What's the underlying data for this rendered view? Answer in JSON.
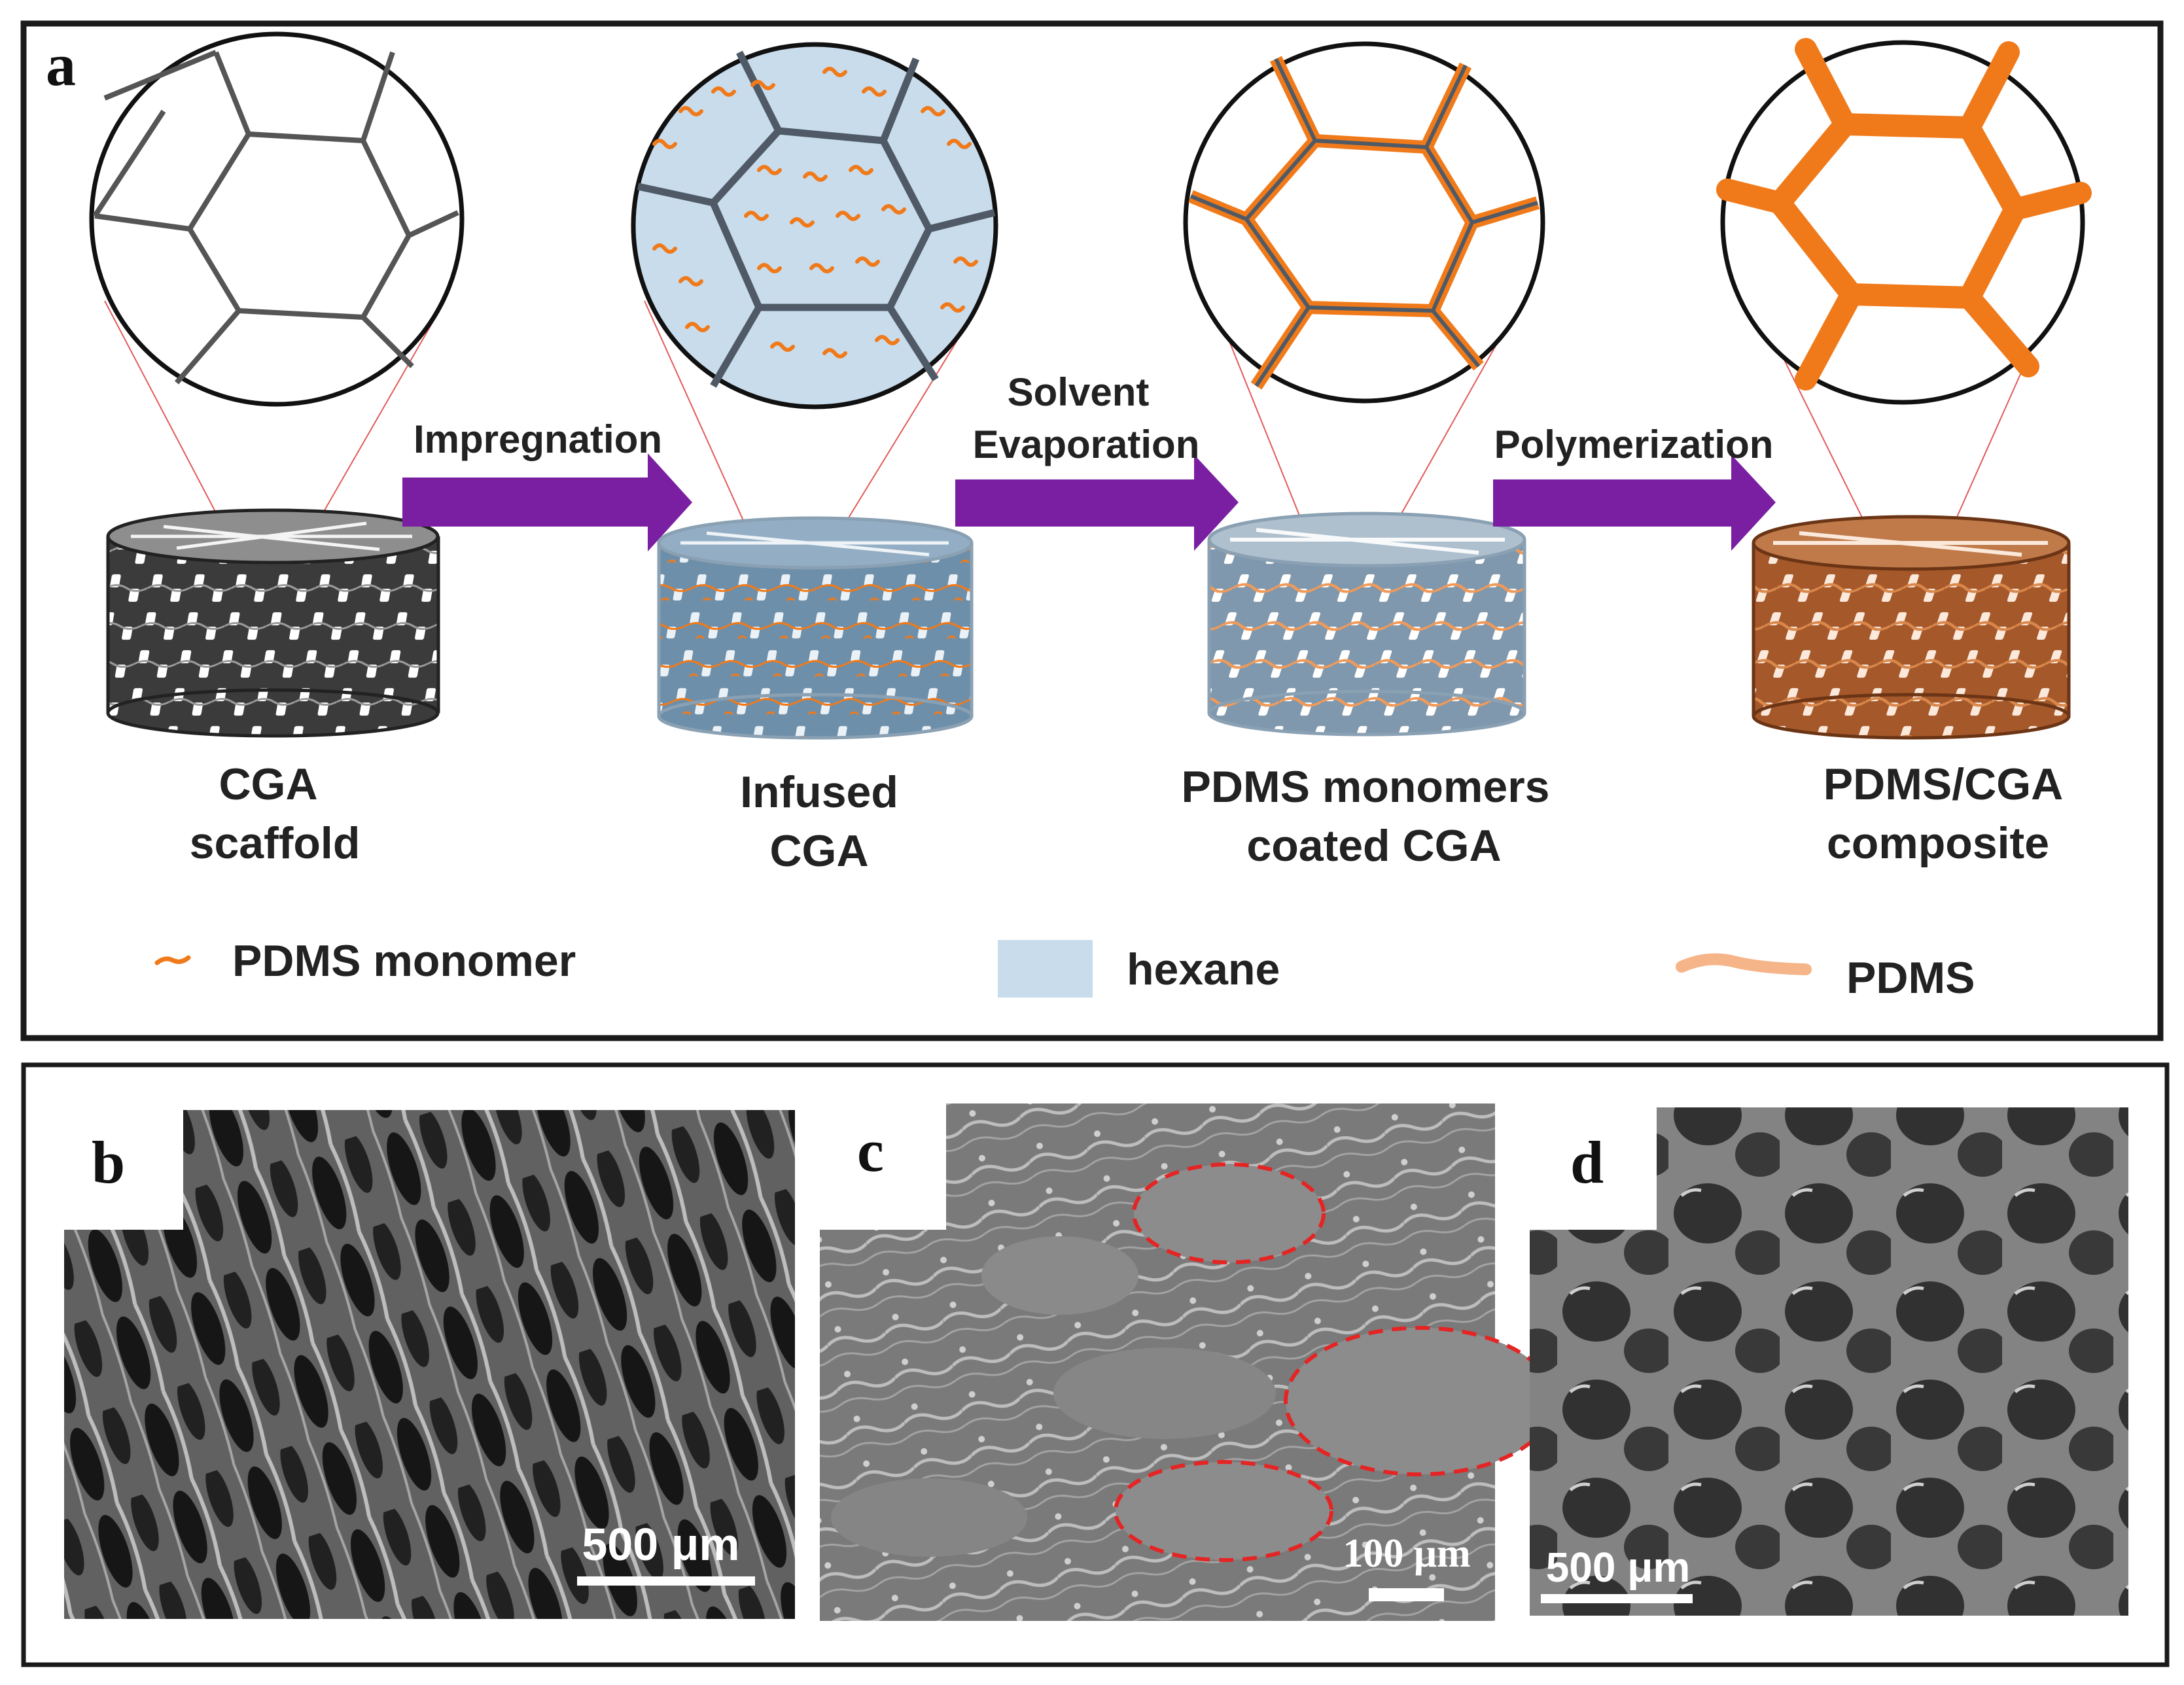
{
  "panel_a": {
    "letter": "a",
    "steps": [
      {
        "line1": "CGA",
        "line2": "scaffold"
      },
      {
        "line1": "Infused",
        "line2": "CGA"
      },
      {
        "line1": "PDMS monomers",
        "line2": "coated CGA"
      },
      {
        "line1": "PDMS/CGA",
        "line2": "composite"
      }
    ],
    "arrows": [
      {
        "line1": "Impregnation",
        "line2": ""
      },
      {
        "line1": "Solvent",
        "line2": "Evaporation"
      },
      {
        "line1": "Polymerization",
        "line2": ""
      }
    ],
    "legend": [
      {
        "label": "PDMS monomer",
        "icon": "orange-squiggle"
      },
      {
        "label": "hexane",
        "icon": "light-blue-square"
      },
      {
        "label": "PDMS",
        "icon": "thick-orange-stroke"
      }
    ]
  },
  "panel_b": {
    "letter": "b",
    "scale_bar": "500 μm"
  },
  "panel_c": {
    "letter": "c",
    "scale_bar": "100 μm"
  },
  "panel_d": {
    "letter": "d",
    "scale_bar": "500 μm"
  },
  "colors": {
    "frame": "#1a1a1a",
    "arrow": "#7a1fa2",
    "pdms": "#f07a1a",
    "pdms_light": "#f6b489",
    "hexane": "#c9dcec",
    "scaffold_gray": "#4a4a4a",
    "infused_blue": "#6e8fa9",
    "composite_brown": "#a5582a",
    "zoom_line": "#e35a5a",
    "sem_mark": "#e52424"
  }
}
